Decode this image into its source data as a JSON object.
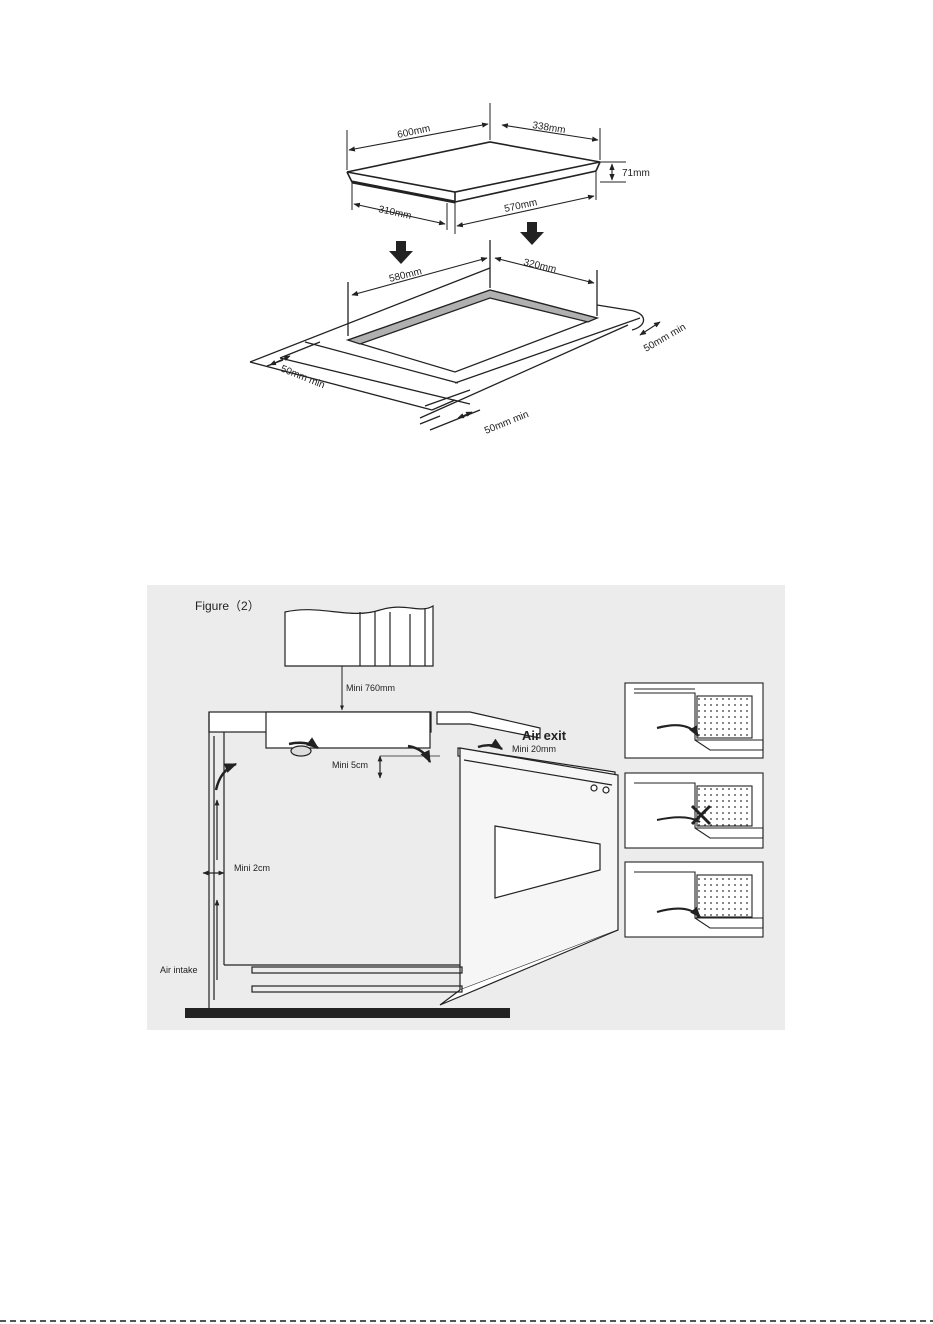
{
  "figure1": {
    "top_length": "600mm",
    "top_width": "338mm",
    "thickness": "71mm",
    "bottom_width": "310mm",
    "bottom_length": "570mm",
    "cutout_length": "580mm",
    "cutout_width": "320mm",
    "clearance_right": "50mm min",
    "clearance_left": "50mm min",
    "clearance_front": "50mm min"
  },
  "figure2": {
    "title": "Figure（2）",
    "mini_760": "Mini 760mm",
    "mini_5cm": "Mini 5cm",
    "mini_2cm": "Mini 2cm",
    "air_exit": "Air exit",
    "mini_20mm": "Mini 20mm",
    "air_intake": "Air intake",
    "panel_background": "#ececec"
  }
}
